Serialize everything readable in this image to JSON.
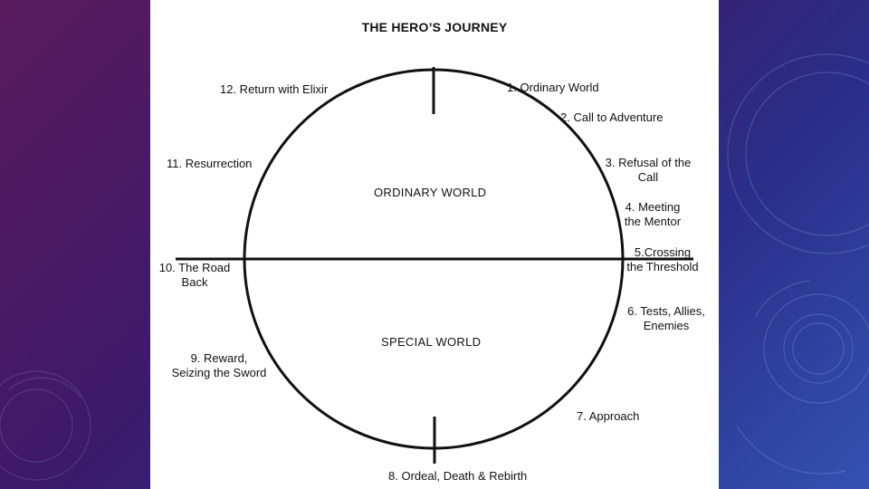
{
  "diagram": {
    "title": "THE HERO’S JOURNEY",
    "regions": {
      "ordinary": "ORDINARY WORLD",
      "special": "SPECIAL WORLD"
    },
    "stages": [
      {
        "id": "s1",
        "label": "1.  Ordinary World"
      },
      {
        "id": "s2",
        "label": "2. Call to Adventure"
      },
      {
        "id": "s3",
        "label": "3. Refusal of the\nCall"
      },
      {
        "id": "s4",
        "label": "4. Meeting\nthe Mentor"
      },
      {
        "id": "s5",
        "label": "5.Crossing\nthe Threshold"
      },
      {
        "id": "s6",
        "label": "6. Tests, Allies,\nEnemies"
      },
      {
        "id": "s7",
        "label": "7. Approach"
      },
      {
        "id": "s8",
        "label": "8. Ordeal, Death & Rebirth"
      },
      {
        "id": "s9",
        "label": "9. Reward,\nSeizing the Sword"
      },
      {
        "id": "s10",
        "label": "10. The Road\nBack"
      },
      {
        "id": "s11",
        "label": "11. Resurrection"
      },
      {
        "id": "s12",
        "label": "12. Return with Elixir"
      }
    ],
    "colors": {
      "line": "#111111",
      "background": "#ffffff"
    }
  }
}
